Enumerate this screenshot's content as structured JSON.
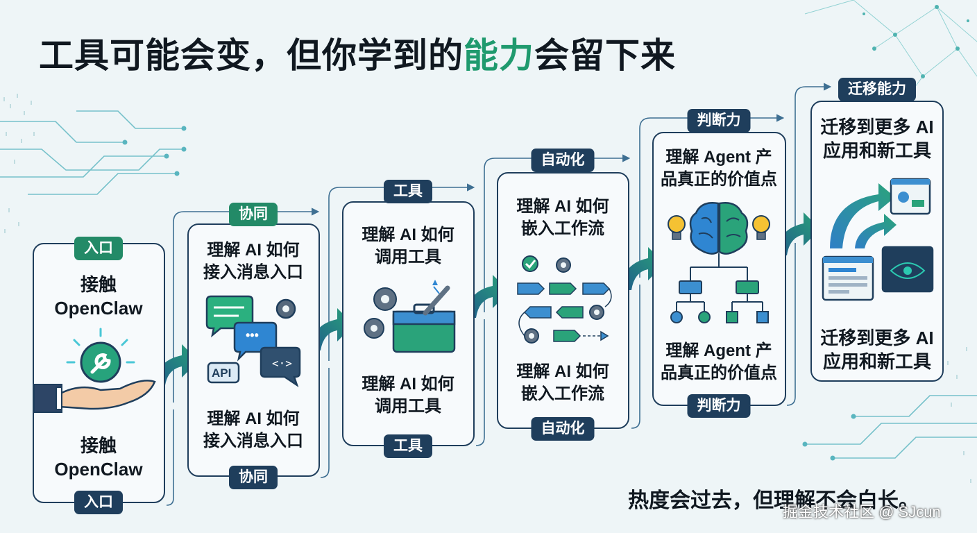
{
  "title": {
    "part1": "工具可能会变，但你学到的",
    "accent": "能力",
    "part2": "会留下来"
  },
  "stages": [
    {
      "tag_top": "入口",
      "text_top": [
        "接触",
        "OpenClaw"
      ],
      "text_bottom": [
        "接触",
        "OpenClaw"
      ],
      "tag_bottom": "入口"
    },
    {
      "tag_top": "协同",
      "text_top": [
        "理解 AI 如何",
        "接入消息入口"
      ],
      "text_bottom": [
        "理解 AI 如何",
        "接入消息入口"
      ],
      "tag_bottom": "协同"
    },
    {
      "tag_top": "工具",
      "text_top": [
        "理解 AI 如何",
        "调用工具"
      ],
      "text_bottom": [
        "理解 AI 如何",
        "调用工具"
      ],
      "tag_bottom": "工具"
    },
    {
      "tag_top": "自动化",
      "text_top": [
        "理解 AI 如何",
        "嵌入工作流"
      ],
      "text_bottom": [
        "理解 AI 如何",
        "嵌入工作流"
      ],
      "tag_bottom": "自动化"
    },
    {
      "tag_top": "判断力",
      "text_top": [
        "理解 Agent 产",
        "品真正的价值点"
      ],
      "text_bottom": [
        "理解 Agent 产",
        "品真正的价值点"
      ],
      "tag_bottom": "判断力"
    },
    {
      "tag_top": "迁移能力",
      "text_top": [
        "迁移到更多 AI",
        "应用和新工具"
      ],
      "text_bottom": [
        "迁移到更多 AI",
        "应用和新工具"
      ]
    }
  ],
  "icons": {
    "api_label": "API",
    "chat_dots": "•••"
  },
  "footer": "热度会过去，但理解不会白长。",
  "watermark": "掘金技术社区 @ SJcun",
  "colors": {
    "navy": "#1f3e5c",
    "green": "#238a67",
    "accent": "#1f9a6e"
  }
}
